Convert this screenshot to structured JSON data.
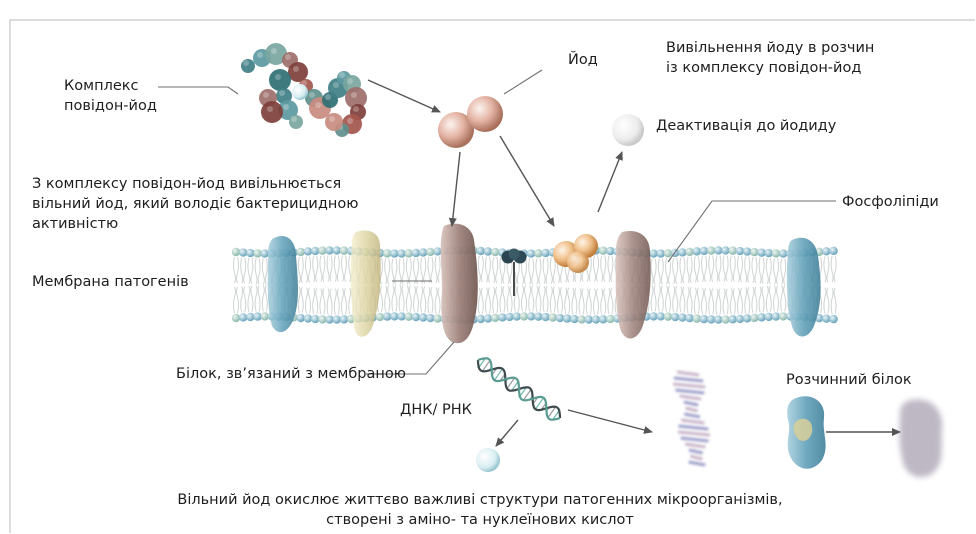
{
  "labels": {
    "complex": [
      "Комплекс",
      "повідон-йод"
    ],
    "iodine": "Йод",
    "release": [
      "Вивільнення йоду в розчин",
      "із комплексу повідон-йод"
    ],
    "deactivation": "Деактивація до йодиду",
    "free_iodine": [
      "З комплексу повідон-йод вивільнюється",
      "вільний йод, який володіє бактерицидною",
      "активністю"
    ],
    "phospholipids": "Фосфоліпіди",
    "membrane": "Мембрана патогенів",
    "bound_protein": "Білок, зв’язаний з мембраною",
    "dna_rna": "ДНК/ РНК",
    "soluble_protein": "Розчинний білок",
    "caption": [
      "Вільний йод окислює життєво важливі структури патогенних мікроорганізмів,",
      "створені з аміно- та нуклеїнових кислот"
    ]
  },
  "colors": {
    "frame": "#cfcfcf",
    "head_blue": "#7fb3c8",
    "head_teal": "#9dc7c2",
    "tail": "#d9dcdc",
    "protein_blue": "#5f9fb8",
    "protein_brown": "#9c7f78",
    "iodine_pink": "#e3b3a3",
    "iodine_orange": "#e6a96a",
    "arrow": "#5a5a5a"
  }
}
